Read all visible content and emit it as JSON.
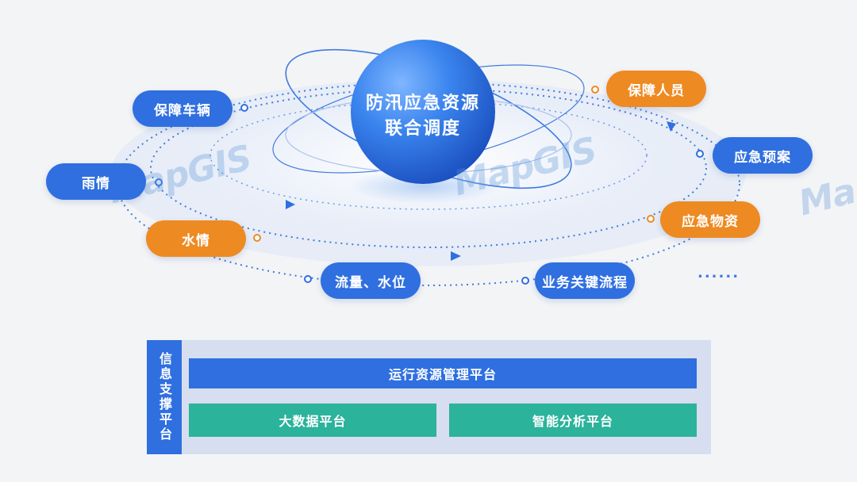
{
  "hub": {
    "line1": "防汛应急资源",
    "line2": "联合调度"
  },
  "nodes": {
    "vehicles": "保障车辆",
    "rain": "雨情",
    "water": "水情",
    "flow": "流量、水位",
    "process": "业务关键流程",
    "materials": "应急物资",
    "plan": "应急预案",
    "personnel": "保障人员"
  },
  "ellipsis": "......",
  "watermark": {
    "text": "MapGIS"
  },
  "platform": {
    "side_label": "信息支撑平台",
    "ops": "运行资源管理平台",
    "bigdata": "大数据平台",
    "analysis": "智能分析平台"
  },
  "colors": {
    "blue": "#2f6fe0",
    "orange": "#ee8a22",
    "teal": "#2bb39b",
    "panel": "#d6def0",
    "orbit": "#3f7be0"
  }
}
